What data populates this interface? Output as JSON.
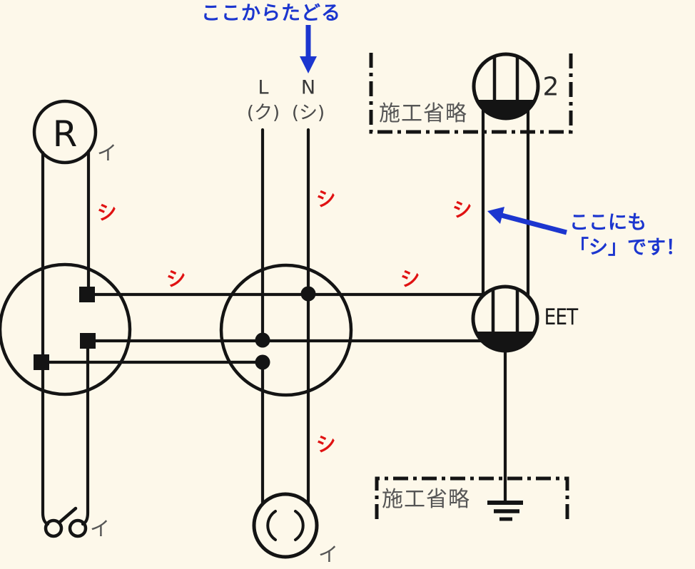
{
  "colors": {
    "background": "#fdf8ea",
    "wire": "#141414",
    "annotation_blue": "#1c36cf",
    "wire_mark_red": "#e01212",
    "gray_text": "#555555"
  },
  "annotations": {
    "trace_from_here": "ここからたどる",
    "callout_line1": "ここにも",
    "callout_line2": "「シ」です！"
  },
  "source_terminals": {
    "live": "L",
    "neutral": "N",
    "live_kana": "(ク)",
    "neutral_kana": "(シ)"
  },
  "components": {
    "receptacle_label": "R",
    "receptacle_circuit_mark": "イ",
    "switch_circuit_mark": "イ",
    "lamp_circuit_mark": "イ",
    "top_outlet_count": "2",
    "eet_label": "EET",
    "construction_omitted_top": "施工省略",
    "construction_omitted_bottom": "施工省略"
  },
  "shi_marks": [
    "シ",
    "シ",
    "シ",
    "シ",
    "シ",
    "シ"
  ]
}
